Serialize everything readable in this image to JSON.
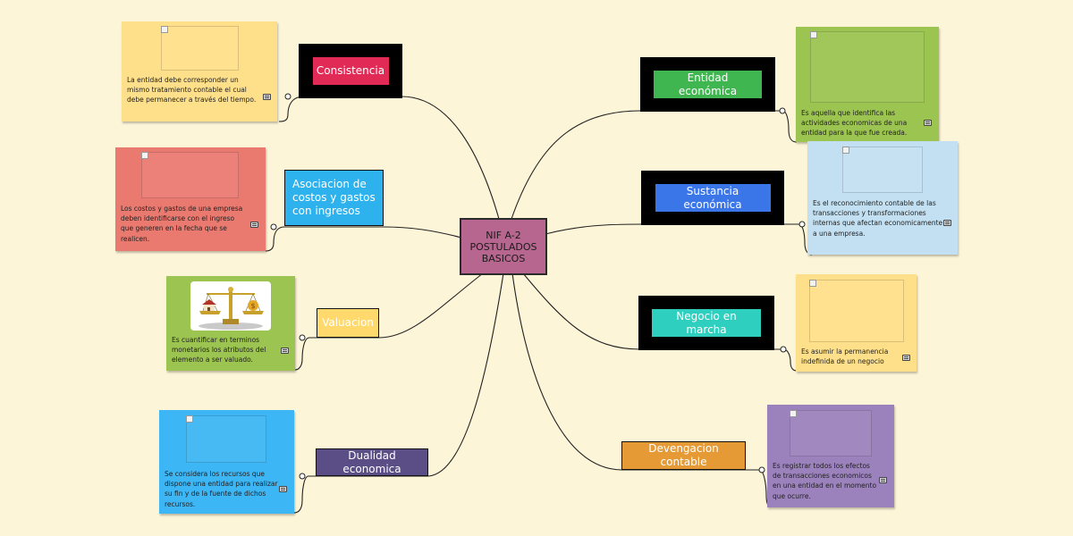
{
  "central": {
    "label": "NIF A-2 POSTULADOS BASICOS",
    "color": "#b7678f"
  },
  "branches": [
    {
      "id": "consistencia",
      "label": "Consistencia",
      "color": "#e22a57",
      "framed": true,
      "note": "La entidad debe corresponder un mismo tratamiento contable el cual debe permanecer a través del tiempo.",
      "card_color": "#ffe08a"
    },
    {
      "id": "asociacion",
      "label": "Asociacion de costos y gastos con ingresos",
      "color": "#2db2ee",
      "framed": false,
      "note": "Los costos y gastos de una empresa deben identificarse con el ingreso que generen en la fecha que se realicen.",
      "card_color": "#ea7a70"
    },
    {
      "id": "valuacion",
      "label": "Valuacion",
      "color": "#ffd96b",
      "framed": false,
      "note": "Es cuantificar en terminos monetarios los atributos del elemento a ser valuado.",
      "card_color": "#9cc450",
      "image": "scale-money-house-image"
    },
    {
      "id": "dualidad",
      "label": "Dualidad economica",
      "color": "#5b4e86",
      "framed": false,
      "note": "Se considera los recursos que dispone una entidad para realizar su fin y de la fuente de dichos recursos.",
      "card_color": "#3cb6f4"
    },
    {
      "id": "entidad",
      "label": "Entidad económica",
      "color": "#3fb64f",
      "framed": true,
      "note": "Es aquella que identifica las actividades economicas de una entidad para la que fue creada.",
      "card_color": "#9cc450"
    },
    {
      "id": "sustancia",
      "label": "Sustancia económica",
      "color": "#3b76e8",
      "framed": true,
      "note": "Es el reconocimiento contable de las transacciones y transformaciones internas que afectan economicamente a una empresa.",
      "card_color": "#c2e0f2"
    },
    {
      "id": "negocio",
      "label": "Negocio en marcha",
      "color": "#2ecfbe",
      "framed": true,
      "note": "Es asumir la permanencia indefinida de un negocio",
      "card_color": "#ffe08a"
    },
    {
      "id": "devengacion",
      "label": "Devengacion contable",
      "color": "#e69a35",
      "framed": false,
      "note": "Es registrar todos los efectos de transacciones economicos en una entidad en el momento que ocurre.",
      "card_color": "#9c82bd"
    }
  ],
  "colors": {
    "background": "#fdf5d8",
    "link": "#222222",
    "frame": "#000000"
  }
}
